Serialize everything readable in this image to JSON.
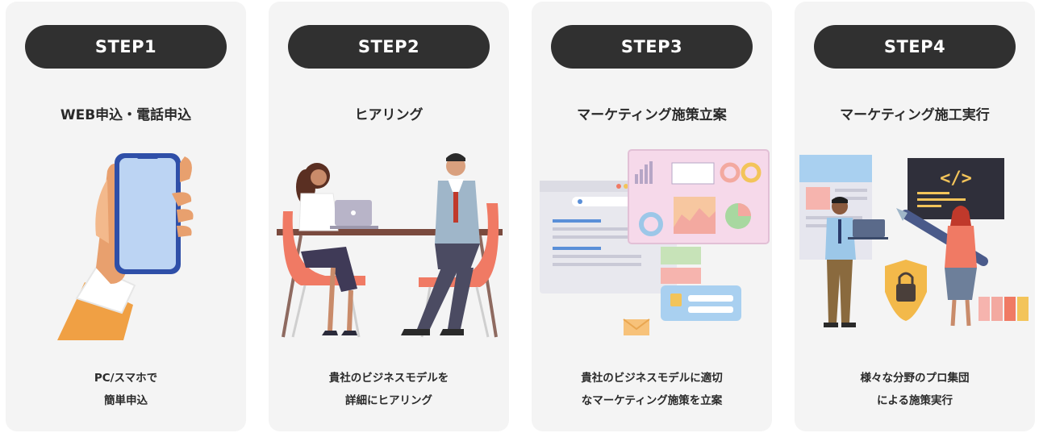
{
  "steps": [
    {
      "label": "STEP1",
      "title": "WEB申込・電話申込",
      "desc_line1": "PC/スマホで",
      "desc_line2": "簡単申込",
      "icon": "phone-in-hand-icon"
    },
    {
      "label": "STEP2",
      "title": "ヒアリング",
      "desc_line1": "貴社のビジネスモデルを",
      "desc_line2": "詳細にヒアリング",
      "icon": "meeting-icon"
    },
    {
      "label": "STEP3",
      "title": "マーケティング施策立案",
      "desc_line1": "貴社のビジネスモデルに適切",
      "desc_line2": "なマーケティング施策を立案",
      "icon": "analytics-dashboard-icon"
    },
    {
      "label": "STEP4",
      "title": "マーケティング施工実行",
      "desc_line1": "様々な分野のプロ集団",
      "desc_line2": "による施策実行",
      "icon": "team-execution-icon"
    }
  ],
  "colors": {
    "card_bg": "#f4f4f4",
    "pill_bg": "#303030",
    "pill_text": "#ffffff",
    "text": "#2a2a2a"
  }
}
